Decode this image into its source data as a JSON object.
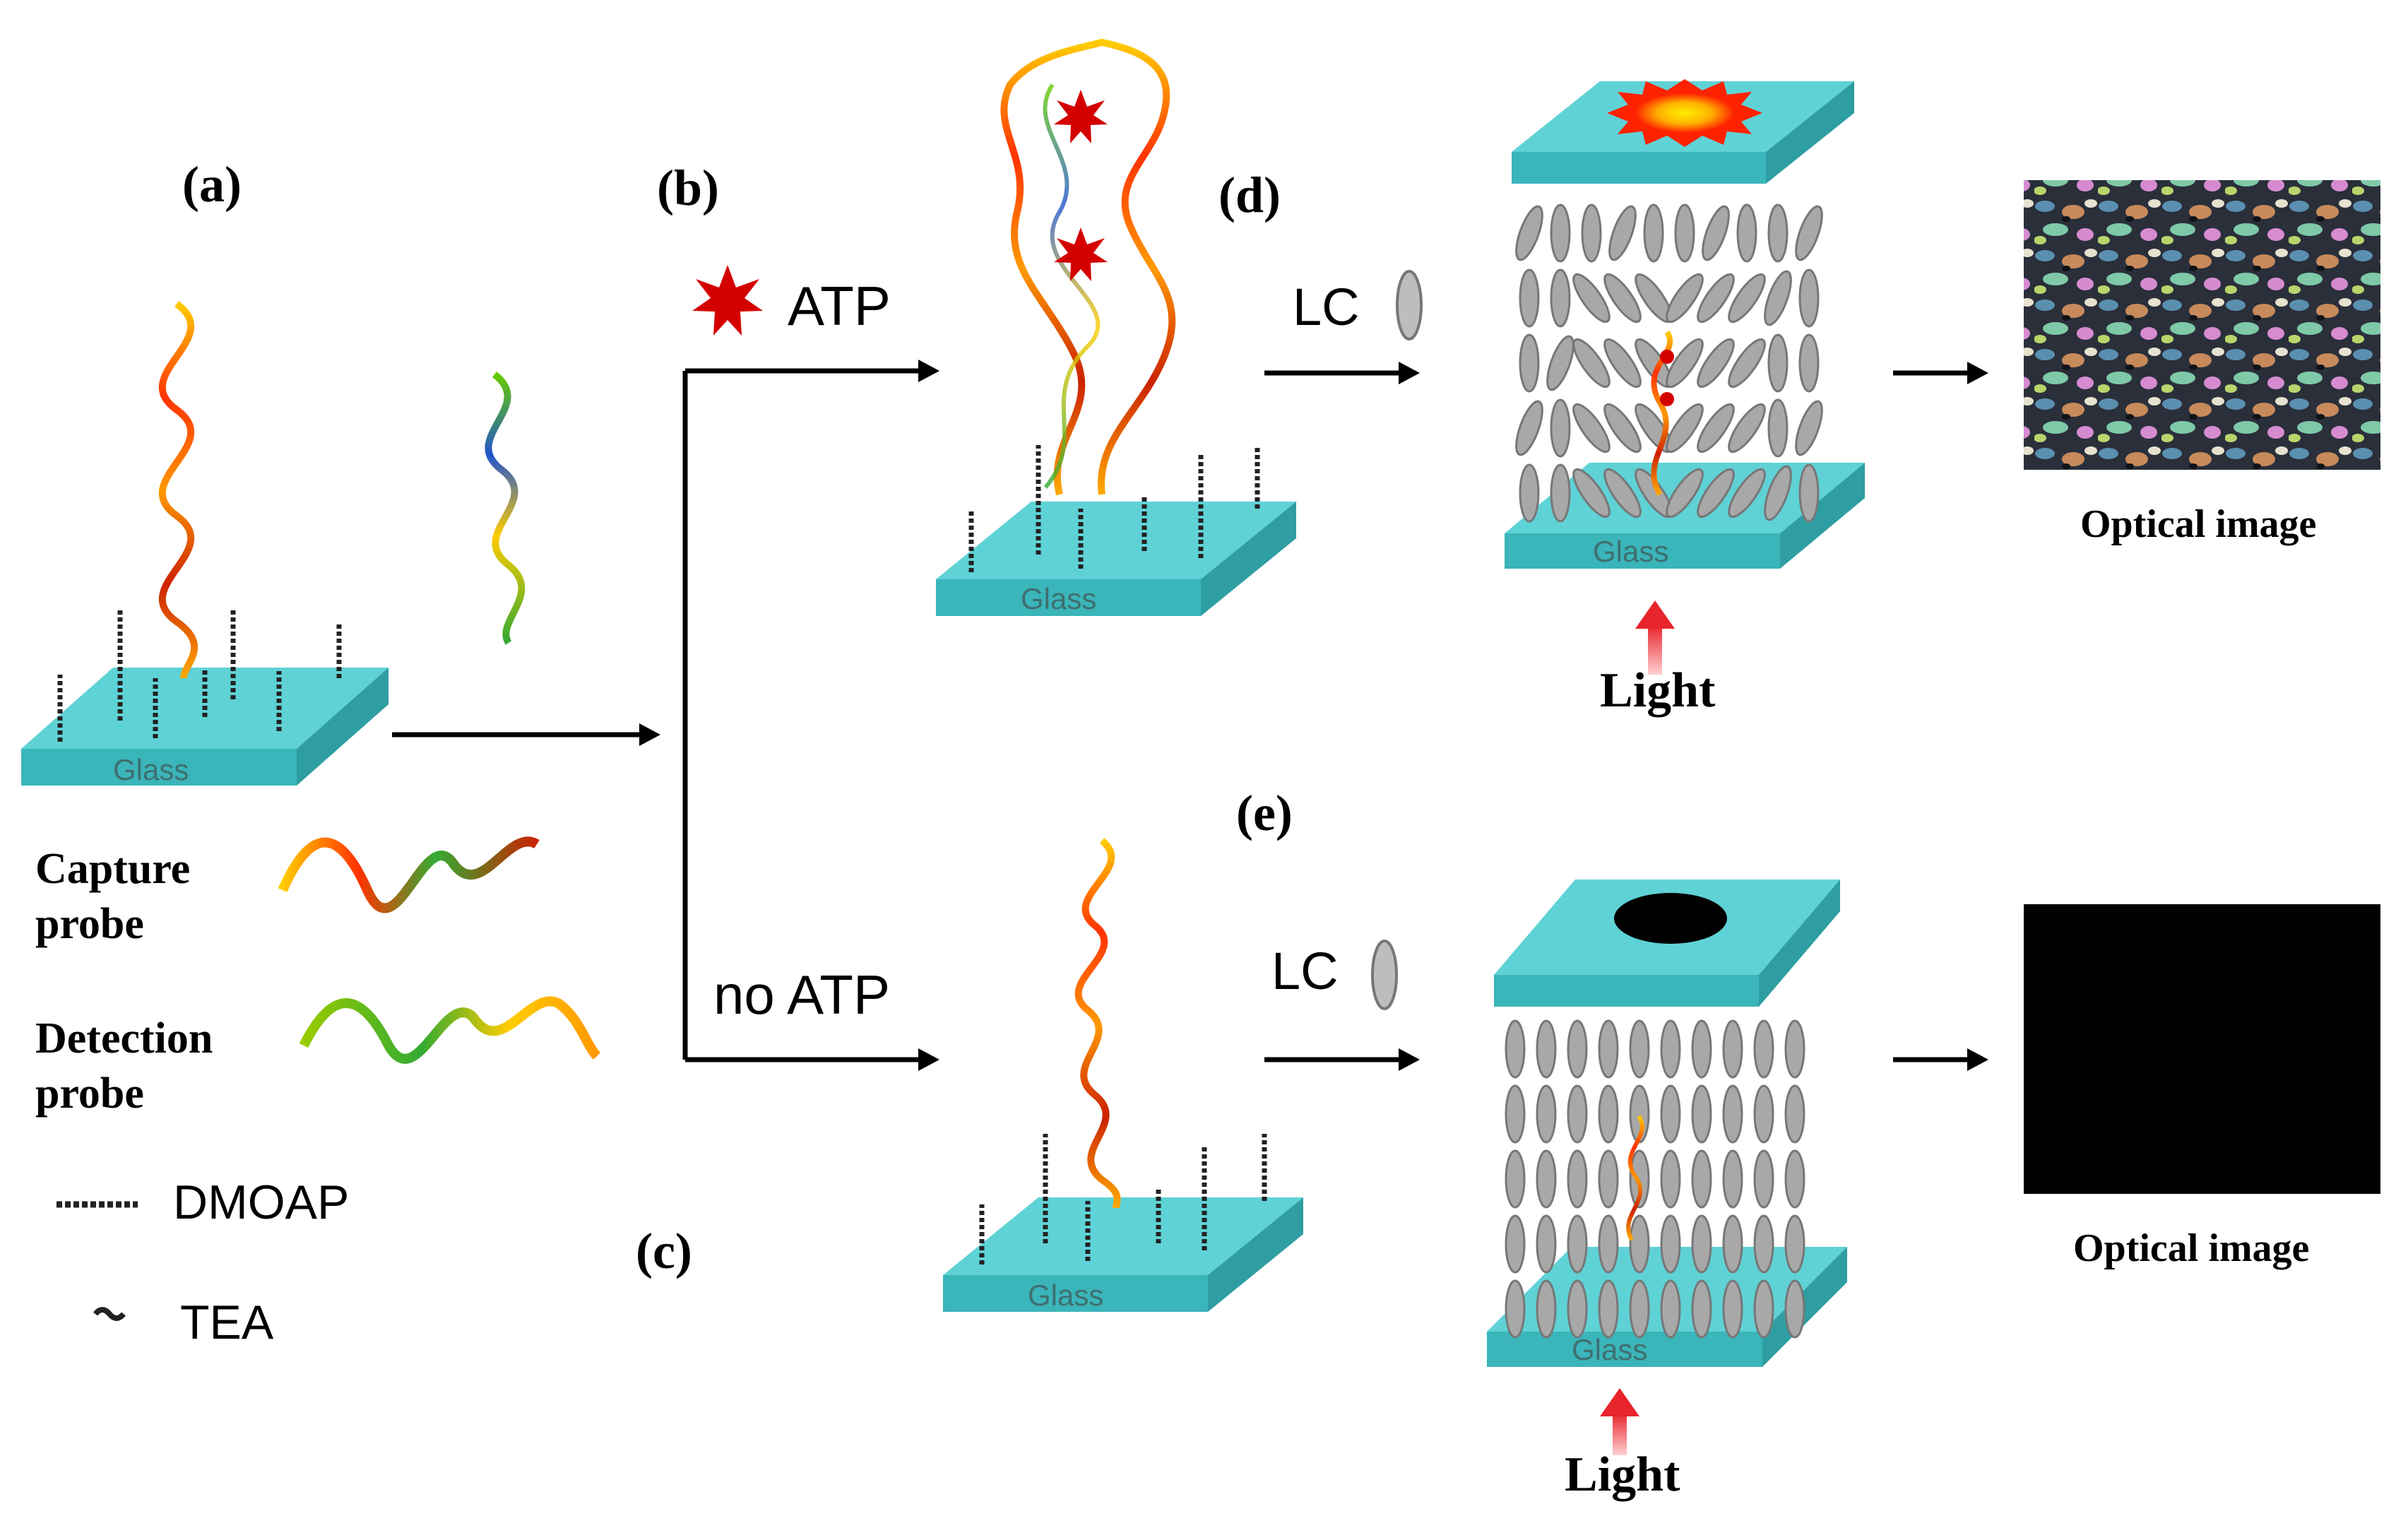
{
  "labels": {
    "a": "(a)",
    "b": "(b)",
    "c": "(c)",
    "d": "(d)",
    "e": "(e)"
  },
  "glass_label": "Glass",
  "atp_label": "ATP",
  "no_atp_label": "no ATP",
  "lc_label": "LC",
  "light_label": "Light",
  "optical_image_label": "Optical image",
  "legend": {
    "capture_line1": "Capture",
    "capture_line2": "probe",
    "detection_line1": "Detection",
    "detection_line2": "probe",
    "dmoap": "DMOAP",
    "tea": "TEA"
  },
  "colors": {
    "glass_top": "#5fd2d6",
    "glass_front": "#3ab5ba",
    "glass_side": "#2e9ea3",
    "lc_molecule": "#9a9a9a",
    "arrow": "#000000",
    "light_arrow": "#e8242c",
    "atp_star": "#d40000",
    "sun_outer": "#ff2200",
    "sun_inner": "#ffd400"
  },
  "icons": {
    "atp": "red-star-icon",
    "lc": "ellipse-molecule-icon",
    "light": "up-arrow-icon"
  }
}
